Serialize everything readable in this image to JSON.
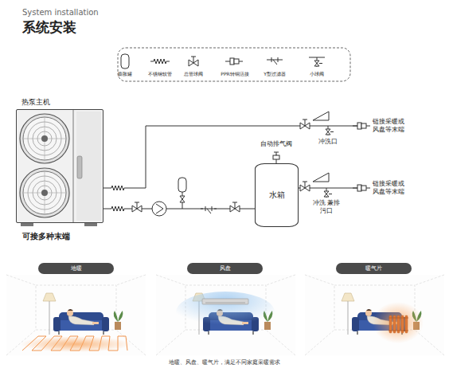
{
  "diagram": {
    "title": "系统安装",
    "caption": "地暖、风盘、暖气片，满足不同家庭采暖需求",
    "nodes": [
      {
        "text": [
          "热泵主机"
        ]
      },
      {
        "text": [
          "水箱"
        ]
      },
      {
        "text": [
          "地暖"
        ]
      },
      {
        "text": [
          "风盘"
        ]
      },
      {
        "text": [
          "暖气片"
        ]
      }
    ],
    "edges": [
      {
        "from": 0,
        "to": 1,
        "arrow": "none"
      }
    ],
    "labels": [
      "System installation",
      "自动排气阀",
      "冲洗口",
      "链接采暖或 风盘等末端",
      "冲洗 兼排污口",
      "链接采暖或 风盘等末端",
      "可接多种末端"
    ],
    "legend": [
      {
        "text": "膨胀罐"
      },
      {
        "text": "不锈钢软管"
      },
      {
        "text": "总管球阀"
      },
      {
        "text": "PPR转铜活接"
      },
      {
        "text": "Y型过滤器"
      },
      {
        "text": "小球阀"
      }
    ]
  }
}
